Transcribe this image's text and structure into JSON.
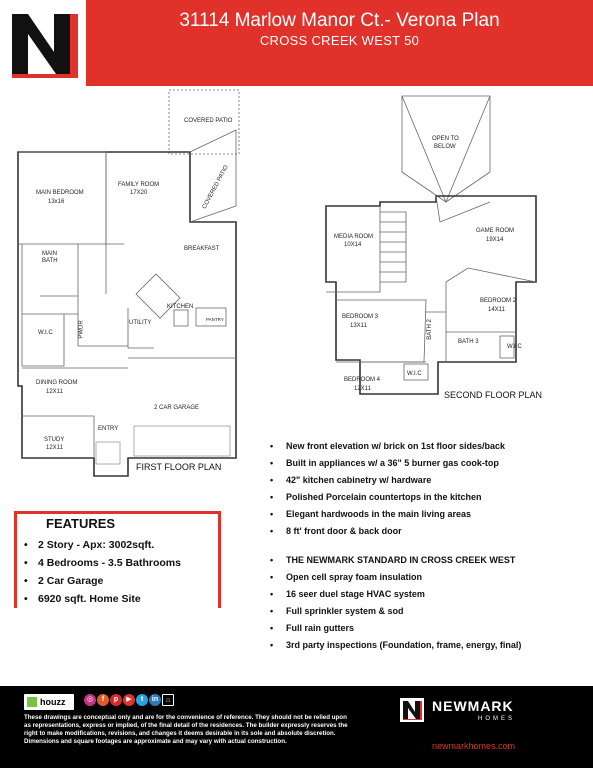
{
  "header": {
    "title": "31114 Marlow Manor Ct.- Verona Plan",
    "subtitle": "CROSS CREEK WEST 50",
    "logo_letter": "N"
  },
  "first_floor": {
    "caption": "FIRST FLOOR PLAN",
    "rooms": {
      "covered_patio": "COVERED PATIO",
      "covered_patio_side": "COVERED PATIO",
      "main_bedroom": "MAIN BEDROOM",
      "main_bedroom_size": "13x16",
      "family_room": "FAMILY ROOM",
      "family_room_size": "17X20",
      "main_bath_1": "MAIN",
      "main_bath_2": "BATH",
      "breakfast": "BREAKFAST",
      "wic": "W.I.C",
      "kitchen": "KITCHEN",
      "pwdr": "PWDR",
      "utility": "UTILITY",
      "pantry": "PANTRY",
      "dining_room": "DINING ROOM",
      "dining_room_size": "12X11",
      "garage": "2 CAR GARAGE",
      "study": "STUDY",
      "study_size": "12X11",
      "entry": "ENTRY"
    }
  },
  "second_floor": {
    "caption": "SECOND FLOOR PLAN",
    "rooms": {
      "open_below_1": "OPEN TO",
      "open_below_2": "BELOW",
      "media_room": "MEDIA ROOM",
      "media_room_size": "10X14",
      "game_room": "GAME ROOM",
      "game_room_size": "19X14",
      "bedroom2": "BEDROOM 2",
      "bedroom2_size": "14X11",
      "bedroom3": "BEDROOM 3",
      "bedroom3_size": "13X11",
      "bath2": "BATH 2",
      "bath3": "BATH 3",
      "wic_b2": "W.I.C",
      "bedroom4": "BEDROOM 4",
      "bedroom4_size": "12X11",
      "wic_b4": "W.I.C"
    }
  },
  "features": {
    "title": "FEATURES",
    "items": [
      "2 Story - Apx: 3002sqft.",
      "4 Bedrooms - 3.5 Bathrooms",
      "2 Car Garage",
      "6920 sqft. Home Site"
    ]
  },
  "specs_top": [
    "New front elevation w/ brick on 1st floor sides/back",
    "Built in appliances w/ a 36\" 5 burner gas cook-top",
    "42\" kitchen cabinetry w/ hardware",
    "Polished Porcelain countertops in the kitchen",
    "Elegant hardwoods in the main living areas",
    "8 ft' front door & back door"
  ],
  "specs_bottom": [
    "THE NEWMARK STANDARD IN CROSS CREEK WEST",
    "Open cell spray foam insulation",
    "16 seer duel stage HVAC system",
    "Full sprinkler system & sod",
    "Full rain gutters",
    "3rd party inspections (Foundation, frame, energy, final)"
  ],
  "footer": {
    "houzz": "houzz",
    "social_icons": [
      "instagram-icon",
      "facebook-icon",
      "pinterest-icon",
      "youtube-icon",
      "twitter-icon",
      "linkedin-icon",
      "equal-housing-icon"
    ],
    "disclaimer": "These drawings are conceptual only and are for the convenience of reference. They should not be relied upon as representations, express or implied, of the final detail of the residences. The builder expressly reserves the right to make modifications, revisions, and changes it deems desirable in its sole and absolute discretion. Dimensions and square footages are approximate and may vary with actual construction.",
    "brand_name": "NEWMARK",
    "brand_sub": "HOMES",
    "url": "newmarkhomes.com"
  },
  "colors": {
    "brand_red": "#e0312b",
    "footer_bg": "#000000",
    "text": "#111111"
  }
}
